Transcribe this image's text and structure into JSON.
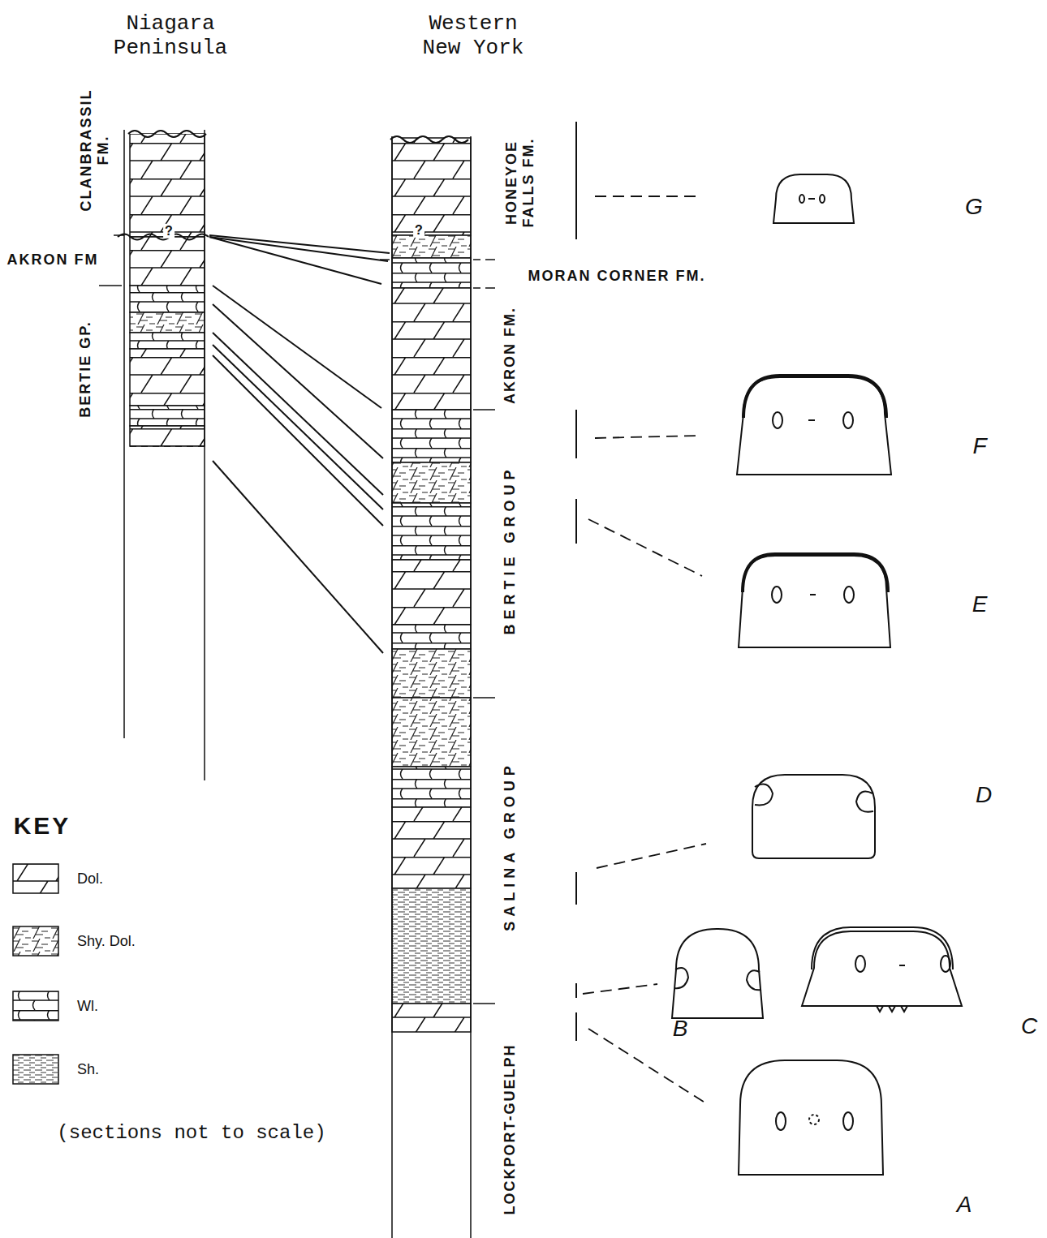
{
  "diagram": {
    "labels": [
      "Niagara Peninsula",
      "Western New York",
      "CLANBRASSIL FM.",
      "?",
      "AKRON FM",
      "BERTIE GP.",
      "HONEYOE FALLS FM.",
      "?",
      "MORAN CORNER FM.",
      "AKRON FM.",
      "BERTIE GROUP",
      "SALINA GROUP",
      "LOCKPORT-GUELPH",
      "G",
      "F",
      "E",
      "D",
      "B",
      "C",
      "A",
      "KEY",
      "(sections not to scale)"
    ],
    "legend": [
      {
        "text": "Dol."
      },
      {
        "text": "Shy. Dol."
      },
      {
        "text": "Wl."
      },
      {
        "text": "Sh."
      }
    ]
  }
}
